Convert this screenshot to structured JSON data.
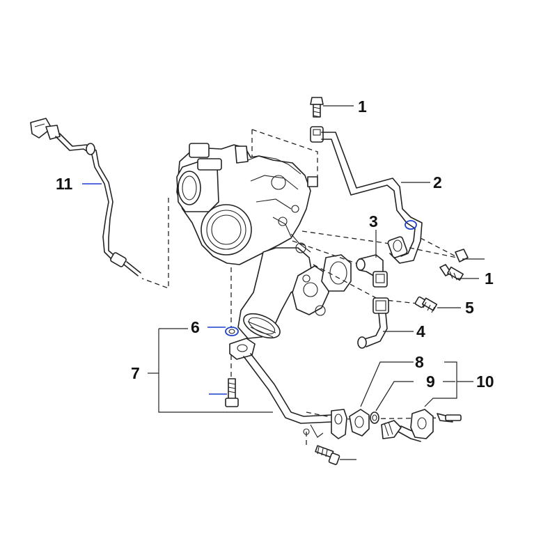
{
  "callouts": {
    "c1_top": "1",
    "c2": "2",
    "c3": "3",
    "c1_right": "1",
    "c5": "5",
    "c4": "4",
    "c6": "6",
    "c7": "7",
    "c8": "8",
    "c9": "9",
    "c10": "10",
    "c11": "11"
  },
  "colors": {
    "leader_highlight": "#1a3fd0",
    "line": "#222222",
    "background": "#ffffff"
  }
}
